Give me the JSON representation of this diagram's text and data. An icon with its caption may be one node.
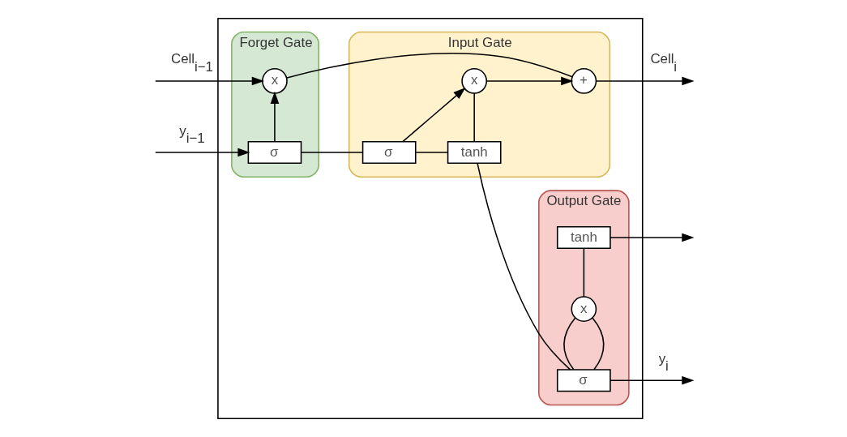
{
  "diagram": {
    "nodes": [
      {
        "text": [],
        "shape": "box"
      },
      {
        "text": [
          "Forget Gate"
        ],
        "in": 0
      },
      {
        "text": [
          "x"
        ],
        "in": 1
      },
      {
        "text": [
          "σ"
        ],
        "in": 1
      },
      {
        "text": [
          "Input Gate"
        ],
        "in": 0
      },
      {
        "text": [
          "+"
        ],
        "in": 4
      },
      {
        "text": [
          "x"
        ],
        "in": 4
      },
      {
        "text": [
          "σ"
        ],
        "in": 4
      },
      {
        "text": [
          "tanh"
        ],
        "in": 4
      },
      {
        "text": [
          "Output Gate"
        ],
        "in": 0
      },
      {
        "text": [
          "tanh"
        ],
        "in": 9
      },
      {
        "text": [
          "x"
        ],
        "in": 9
      },
      {
        "text": [
          "σ"
        ],
        "in": 9
      }
    ],
    "edges": [
      {
        "from": null,
        "to": 2,
        "arrow": "to",
        "label": "Cell$_{i−1}$"
      },
      {
        "from": null,
        "to": 3,
        "arrow": "to",
        "label": "y$_{i−1}$"
      },
      {
        "from": 3,
        "to": 2,
        "arrow": "to"
      },
      {
        "from": 2,
        "to": 5,
        "arrow": "none"
      },
      {
        "from": 3,
        "to": 7,
        "arrow": "none"
      },
      {
        "from": 7,
        "to": 6,
        "arrow": "to"
      },
      {
        "from": 7,
        "to": 8,
        "arrow": "none"
      },
      {
        "from": 8,
        "to": 6,
        "arrow": "none"
      },
      {
        "from": 6,
        "to": 5,
        "arrow": "to"
      },
      {
        "from": 8,
        "to": 12,
        "arrow": "none"
      },
      {
        "from": 12,
        "to": 11,
        "arrow": "none"
      },
      {
        "from": 12,
        "to": 11,
        "arrow": "none"
      },
      {
        "from": 11,
        "to": 10,
        "arrow": "none"
      },
      {
        "from": 10,
        "to": null,
        "arrow": "to"
      },
      {
        "from": 5,
        "to": null,
        "arrow": "to",
        "label": "Cell$_{i}$"
      },
      {
        "from": 12,
        "to": null,
        "arrow": "to",
        "label": "y$_{i}$"
      }
    ]
  }
}
